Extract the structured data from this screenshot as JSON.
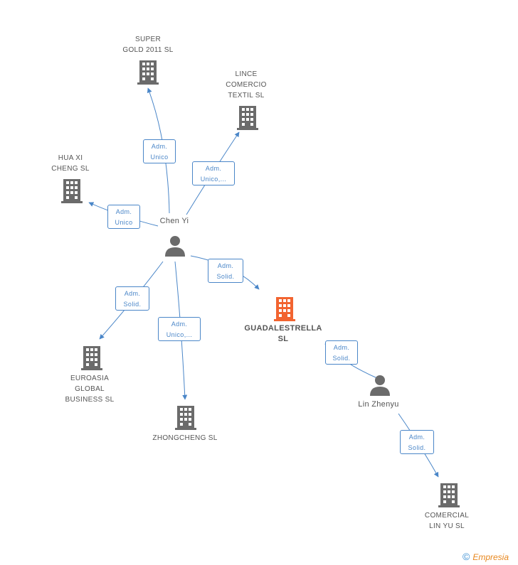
{
  "colors": {
    "edge": "#4a86c8",
    "company": "#6b6b6b",
    "company_main": "#f26430",
    "person": "#6b6b6b"
  },
  "people": {
    "chen_yi": "Chen Yi",
    "lin_zhenyu": "Lin Zhenyu"
  },
  "companies": {
    "super_gold": "SUPER\nGOLD 2011 SL",
    "lince": "LINCE\nCOMERCIO\nTEXTIL  SL",
    "hua_xi": "HUA XI\nCHENG SL",
    "guadalestrella": "GUADALESTRELLA\nSL",
    "euroasia": "EUROASIA\nGLOBAL\nBUSINESS SL",
    "zhongcheng": "ZHONGCHENG SL",
    "comercial_lin": "COMERCIAL\nLIN YU SL"
  },
  "roles": {
    "super_gold": "Adm.\nUnico",
    "lince": "Adm.\nUnico,...",
    "hua_xi": "Adm.\nUnico",
    "guadalestrella": "Adm.\nSolid.",
    "euroasia": "Adm.\nSolid.",
    "zhongcheng": "Adm.\nUnico,...",
    "lin_guadalestrella": "Adm.\nSolid.",
    "comercial_lin": "Adm.\nSolid."
  },
  "brand": {
    "copyright": "©",
    "name": "Empresia"
  }
}
